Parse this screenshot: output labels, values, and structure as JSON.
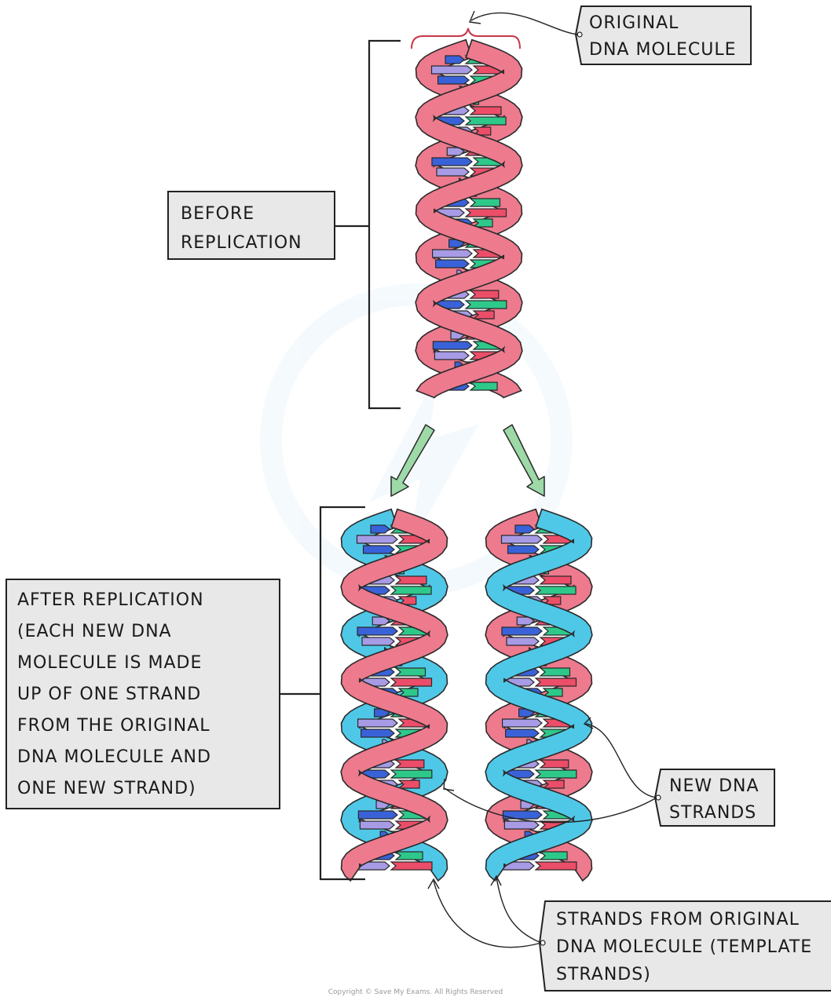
{
  "labels": {
    "original_line1": "ORIGINAL",
    "original_line2": "DNA  MOLECULE",
    "before_line1": "BEFORE",
    "before_line2": "REPLICATION",
    "after_lines": [
      "AFTER  REPLICATION",
      "(EACH  NEW  DNA",
      "MOLECULE  IS  MADE",
      "UP  OF  ONE  STRAND",
      "FROM  THE  ORIGINAL",
      "DNA  MOLECULE  AND",
      "ONE  NEW  STRAND)"
    ],
    "new_line1": "NEW  DNA",
    "new_line2": "STRANDS",
    "template_line1": "STRANDS  FROM  ORIGINAL",
    "template_line2": "DNA  MOLECULE  (TEMPLATE",
    "template_line3": "STRANDS)"
  },
  "copyright": "Copyright © Save My Exams. All Rights Reserved",
  "colors": {
    "original_strand": "#ee7a8e",
    "new_strand": "#4fc8e8",
    "base_blue": "#3a62d8",
    "base_green": "#2ec98a",
    "base_red": "#ec4d68",
    "base_lavender": "#a79be6",
    "arrow_green": "#9ed9a8",
    "bracket_red": "#c8384a",
    "label_box": "#e8e8e8"
  }
}
